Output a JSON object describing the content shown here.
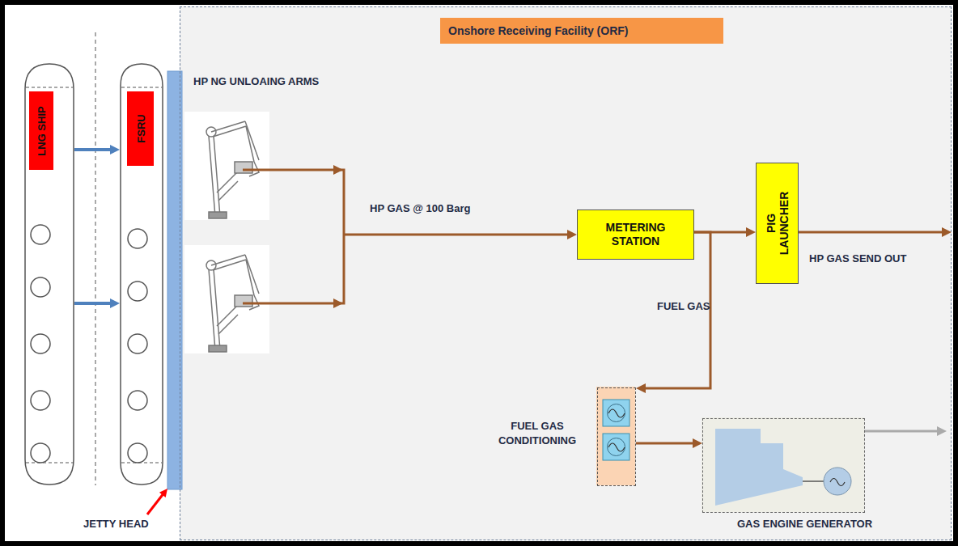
{
  "diagram": {
    "nodes": [
      {
        "text": [
          "LNG SHIP"
        ]
      },
      {
        "text": [
          "FSRU"
        ]
      },
      {
        "text": [
          "Onshore Receiving Facility (ORF)"
        ]
      },
      {
        "text": [
          "HP NG UNLOAING ARMS"
        ],
        "in": 2
      },
      {
        "text": [
          "METERING STATION"
        ],
        "in": 2
      },
      {
        "text": [
          "PIG LAUNCHER"
        ],
        "in": 2
      },
      {
        "text": [
          "FUEL GAS CONDITIONING"
        ],
        "in": 2
      },
      {
        "text": [
          "GAS ENGINE GENERATOR"
        ],
        "in": 2
      }
    ],
    "edges": [
      {
        "from": 0,
        "to": 1,
        "arrow": "to"
      },
      {
        "from": 0,
        "to": 1,
        "arrow": "to"
      },
      {
        "from": 3,
        "to": 4,
        "label": "HP GAS @ 100 Barg",
        "arrow": "to"
      },
      {
        "from": 4,
        "to": 5,
        "arrow": "to"
      },
      {
        "from": 4,
        "to": 6,
        "label": "FUEL GAS",
        "arrow": "to"
      },
      {
        "from": 6,
        "to": 7,
        "arrow": "to"
      }
    ],
    "labels": [
      "JETTY HEAD",
      "HP GAS SEND OUT"
    ]
  }
}
